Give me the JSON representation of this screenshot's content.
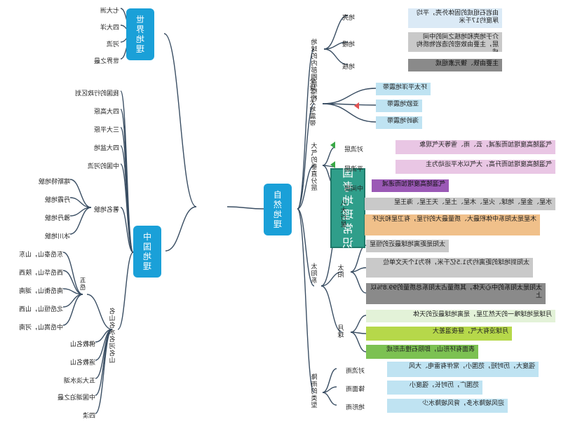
{
  "root": "国考地理常识",
  "branches": {
    "world": "世界地理",
    "china": "中国地理",
    "nature": "自然地理"
  },
  "world_items": [
    "七大洲",
    "四大洋",
    "河流",
    "世界之最"
  ],
  "china_items": [
    "我国的行政区划",
    "四大高原",
    "三大平原",
    "四大盆地",
    "中国的河流"
  ],
  "china_terrain_group": "著名地貌",
  "china_terrain_items": [
    "喀斯特地貌",
    "丹霞地貌",
    "雅丹地貌",
    "冰川地貌"
  ],
  "china_mountain_group": "名山名水名河名山",
  "china_wuyue_group": "五岳",
  "china_wuyue_items": [
    "东岳泰山，山东",
    "西岳华山，陕西",
    "南岳衡山，湖南",
    "北岳恒山，山西",
    "中岳嵩山，河南"
  ],
  "china_other_items": [
    "佛教名山",
    "道教名山",
    "五大淡水湖",
    "中国湖泊之最",
    "四渎"
  ],
  "earth_structure": {
    "label": "地球的内部圈层结构",
    "items": [
      {
        "label": "地壳",
        "desc": "由岩石组成的固体外壳，平均厚度约17千米"
      },
      {
        "label": "地幔",
        "desc": "介于地壳和地核之间的中间层，主要由致密的造岩物质构成"
      },
      {
        "label": "地核",
        "desc": "主要由铁、镍元素组成"
      }
    ]
  },
  "belts": {
    "label": "全球三大地震带",
    "items": [
      "环太平洋地震带",
      "亚欧地震带",
      "海岭地震带"
    ]
  },
  "atmosphere": {
    "label": "大气的垂直分层",
    "items": [
      {
        "label": "对流层",
        "desc": "气温随高度增加而递减，云、雨、雪等天气现象"
      },
      {
        "label": "平流层",
        "desc": "气温随高度增加而升高，大气以水平运动为主"
      },
      {
        "label": "中间层",
        "desc": "气温随高度增加而递减"
      }
    ]
  },
  "solar": {
    "label": "太阳系",
    "planets_label": "八大行星",
    "planets": [
      "水星、金星、地球、火星、木星、土星、天王星、海王星",
      "木星是太阳系中体积最大、质量最大的行星，有卫星和光环"
    ],
    "sun_label": "太阳",
    "sun": [
      "太阳是距离地球最近的恒星",
      "太阳到地球的距离约为1.5亿千米，称为1个天文单位",
      "太阳是太阳系的中心天体，其质量占太阳系总质量的99.8%以上"
    ],
    "moon_label": "月球",
    "moon": [
      "月球是地球唯一的天然卫星，是离地球最近的天体",
      "月球没有大气，昼夜温差大",
      "表面有环形山，即陨石撞击形成"
    ]
  },
  "rain": {
    "label": "降雨的类型",
    "items": [
      {
        "label": "对流雨",
        "desc": "强度大，历时短，范围小，常伴有雷电、大风"
      },
      {
        "label": "锋面雨",
        "desc": "范围广，历时长，强度小"
      },
      {
        "label": "地形雨",
        "desc": "迎风坡降水多，背风坡降水少"
      }
    ]
  },
  "colors": {
    "root": "#2f9e8a",
    "branch": "#1aa0d8",
    "box_blue": "#dbeaf6",
    "box_gray": "#c9c9c9",
    "box_dark": "#8a8a8a",
    "box_pink": "#e9c6e4",
    "box_purple": "#9b59b6",
    "box_tan": "#e0cdb6",
    "box_orange": "#f0c08a",
    "box_green": "#7cc152",
    "box_yellowgreen": "#b6d84a",
    "box_lightblue": "#bfe3f2",
    "line": "#3a4e63",
    "flag_red": "#e25252",
    "flag_green": "#39a845"
  }
}
